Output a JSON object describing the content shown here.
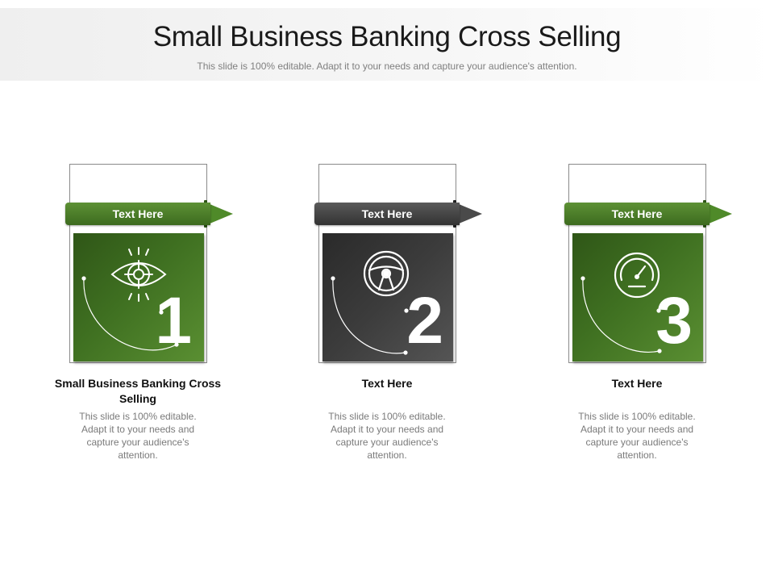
{
  "header": {
    "title": "Small Business Banking Cross Selling",
    "subtitle": "This slide is 100% editable. Adapt it to your needs and capture your audience's attention."
  },
  "cards": [
    {
      "ribbon_label": "Text Here",
      "number": "1",
      "icon": "eye-target-icon",
      "title": "Small Business Banking Cross Selling",
      "description": "This slide is 100% editable. Adapt it to your needs and capture your audience's attention.",
      "color": "#4a7d27"
    },
    {
      "ribbon_label": "Text Here",
      "number": "2",
      "icon": "steering-wheel-icon",
      "title": "Text Here",
      "description": "This slide is 100% editable. Adapt it to your needs and capture your audience's attention.",
      "color": "#3f3f3f"
    },
    {
      "ribbon_label": "Text Here",
      "number": "3",
      "icon": "speedometer-icon",
      "title": "Text Here",
      "description": "This slide is 100% editable. Adapt it to your needs and capture your audience's attention.",
      "color": "#4a7d27"
    }
  ]
}
